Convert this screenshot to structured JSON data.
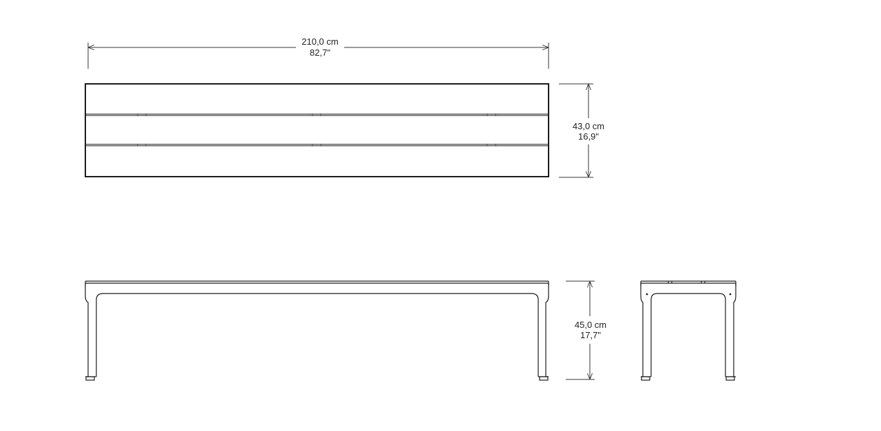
{
  "dimensions": {
    "width": {
      "metric": "210,0 cm",
      "imperial": "82,7\""
    },
    "depth": {
      "metric": "43,0 cm",
      "imperial": "16,9\""
    },
    "height": {
      "metric": "45,0 cm",
      "imperial": "17,7\""
    }
  },
  "colors": {
    "line": "#1a1a1a",
    "text": "#222222",
    "background": "#ffffff"
  }
}
